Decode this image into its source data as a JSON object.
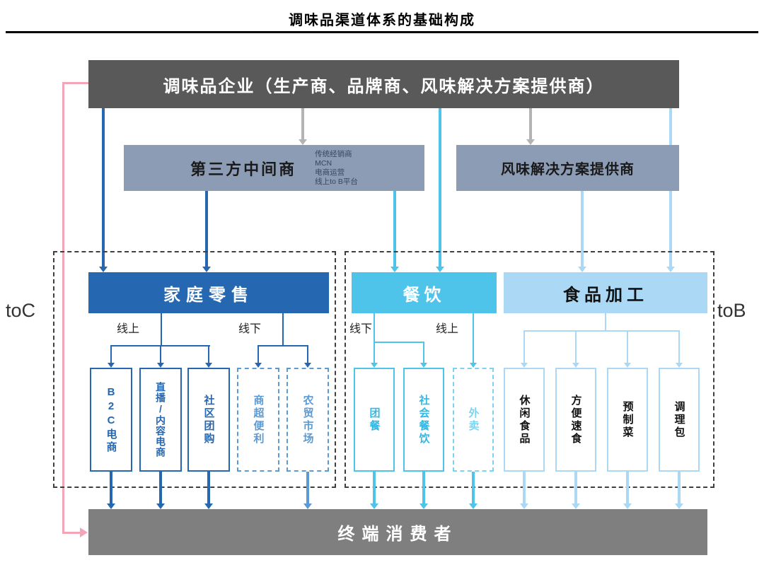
{
  "title": "调味品渠道体系的基础构成",
  "side_labels": {
    "toC": "toC",
    "toB": "toB"
  },
  "company_box": "调味品企业（生产商、品牌商、风味解决方案提供商）",
  "middleman": {
    "label": "第三方中间商",
    "sublabels": [
      "传统经销商",
      "MCN",
      "电商运营",
      "线上to B平台"
    ]
  },
  "flavor_provider": "风味解决方案提供商",
  "home_retail": {
    "header": "家庭零售",
    "online_label": "线上",
    "offline_label": "线下",
    "online_items": [
      "B2C电商",
      "直播/内容电商",
      "社区团购"
    ],
    "offline_items": [
      "商超便利",
      "农贸市场"
    ]
  },
  "catering": {
    "header": "餐饮",
    "offline_label": "线下",
    "online_label": "线上",
    "offline_items": [
      "团餐",
      "社会餐饮"
    ],
    "online_items": [
      "外卖"
    ]
  },
  "food_processing": {
    "header": "食品加工",
    "items": [
      "休闲食品",
      "方便速食",
      "预制菜",
      "调理包"
    ]
  },
  "consumer_box": "终端消费者",
  "colors": {
    "dark_gray": "#595959",
    "gray_blue": "#8C9CB5",
    "dark_blue": "#2667B2",
    "medium_blue": "#5B9BD5",
    "cyan": "#4EC4EA",
    "light_cyan": "#7AD4F0",
    "light_blue": "#ABD9F5",
    "consumer_gray": "#7F7F7F",
    "pink": "#F2A6B8",
    "arrow_gray": "#B3B3B3"
  }
}
